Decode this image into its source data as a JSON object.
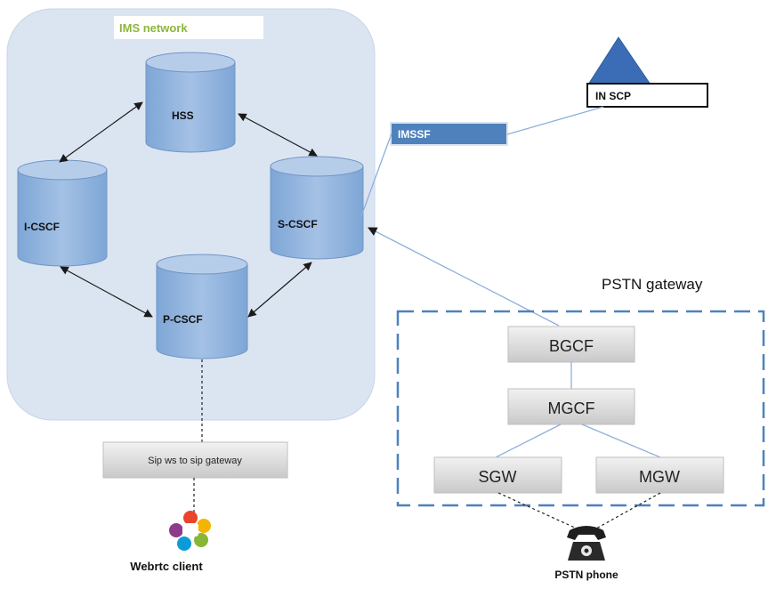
{
  "ims": {
    "title": "IMS network",
    "hss": "HSS",
    "icscf": "I-CSCF",
    "scscf": "S-CSCF",
    "pcscf": "P-CSCF"
  },
  "imssf": "IMSSF",
  "in_scp": "IN SCP",
  "sip_gateway": "Sip ws to sip  gateway",
  "webrtc_client": "Webrtc client",
  "pstn": {
    "title": "PSTN gateway",
    "bgcf": "BGCF",
    "mgcf": "MGCF",
    "sgw": "SGW",
    "mgw": "MGW",
    "phone": "PSTN phone"
  },
  "colors": {
    "ims_bg": "#dbe5f1",
    "cylinder": "#8eb1db",
    "imssf": "#4f81bd",
    "triangle": "#3a6db5",
    "dashed": "#4f81bd",
    "link": "#8fb0da",
    "title_green": "#8cb63c"
  }
}
